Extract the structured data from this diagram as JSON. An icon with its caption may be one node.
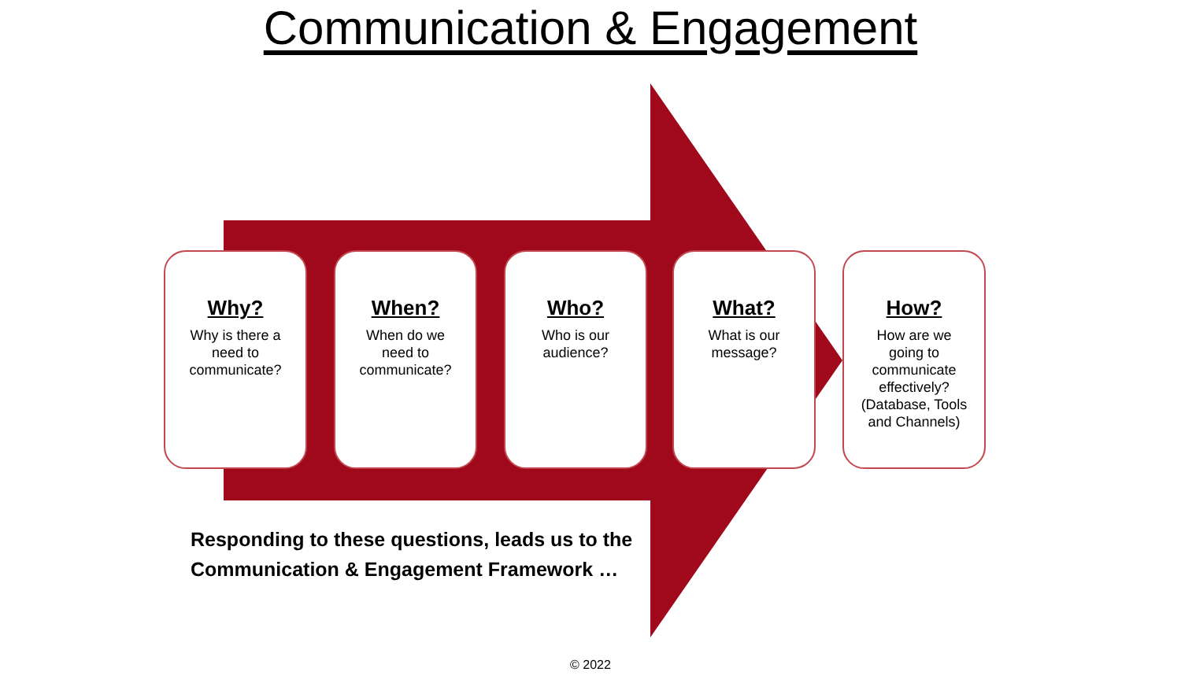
{
  "diagram": {
    "title": "Communication & Engagement",
    "nodes": [
      {
        "text": [
          "Why?",
          "Why is there a need to communicate?"
        ]
      },
      {
        "text": [
          "When?",
          "When do we need to communicate?"
        ]
      },
      {
        "text": [
          "Who?",
          "Who is our audience?"
        ]
      },
      {
        "text": [
          "What?",
          "What is our message?"
        ]
      },
      {
        "text": [
          "How?",
          "How are we going to communicate effectively? (Database, Tools and Channels)"
        ]
      }
    ],
    "edges": [
      {
        "from": 0,
        "to": 4,
        "arrow": "to"
      }
    ],
    "labels": [
      "Responding to these questions, leads us to the Communication & Engagement Framework …",
      "© 2022"
    ]
  }
}
